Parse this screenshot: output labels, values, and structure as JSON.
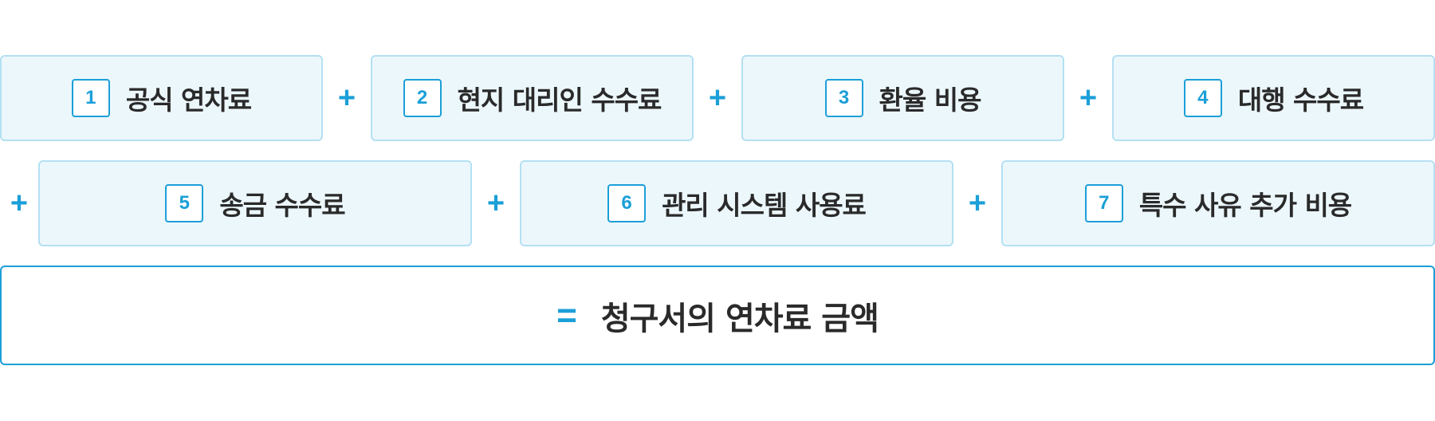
{
  "row1": {
    "items": [
      {
        "number": "1",
        "label": "공식 연차료"
      },
      {
        "number": "2",
        "label": "현지 대리인 수수료"
      },
      {
        "number": "3",
        "label": "환율 비용"
      },
      {
        "number": "4",
        "label": "대행 수수료"
      }
    ],
    "operator": "+"
  },
  "row2": {
    "items": [
      {
        "number": "5",
        "label": "송금 수수료"
      },
      {
        "number": "6",
        "label": "관리 시스템 사용료"
      },
      {
        "number": "7",
        "label": "특수 사유 추가 비용"
      }
    ],
    "operator": "+"
  },
  "result": {
    "operator": "=",
    "label": "청구서의 연차료 금액"
  },
  "colors": {
    "accent": "#1b9fd8",
    "card_fill": "#ecf7fc",
    "card_border": "#b4e0f2",
    "text": "#2a2a2a"
  }
}
